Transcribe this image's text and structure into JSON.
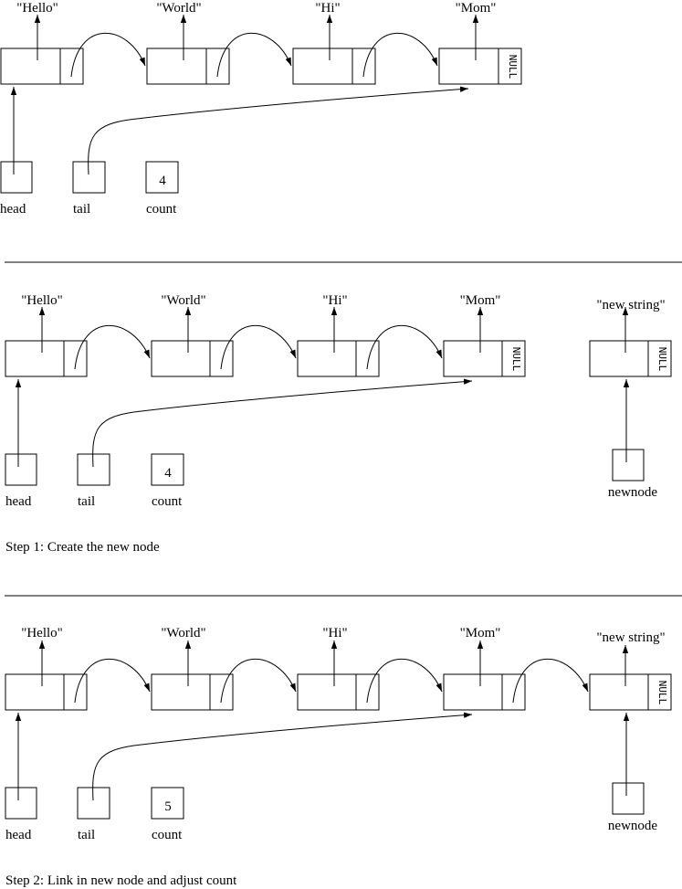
{
  "colors": {
    "ink": "#000000",
    "background": "#ffffff"
  },
  "panel0": {
    "nodes": [
      "\"Hello\"",
      "\"World\"",
      "\"Hi\"",
      "\"Mom\""
    ],
    "null_label": "NULL",
    "vars": {
      "head": "head",
      "tail": "tail",
      "count_label": "count",
      "count_value": "4"
    }
  },
  "panel1": {
    "nodes": [
      "\"Hello\"",
      "\"World\"",
      "\"Hi\"",
      "\"Mom\""
    ],
    "null_label": "NULL",
    "new_node": {
      "text": "\"new string\"",
      "null_label": "NULL",
      "pointer_label": "newnode"
    },
    "vars": {
      "head": "head",
      "tail": "tail",
      "count_label": "count",
      "count_value": "4"
    },
    "caption": "Step 1: Create the new node"
  },
  "panel2": {
    "nodes": [
      "\"Hello\"",
      "\"World\"",
      "\"Hi\"",
      "\"Mom\""
    ],
    "new_node": {
      "text": "\"new string\"",
      "null_label": "NULL",
      "pointer_label": "newnode"
    },
    "vars": {
      "head": "head",
      "tail": "tail",
      "count_label": "count",
      "count_value": "5"
    },
    "caption": "Step 2: Link in new node and adjust count"
  }
}
